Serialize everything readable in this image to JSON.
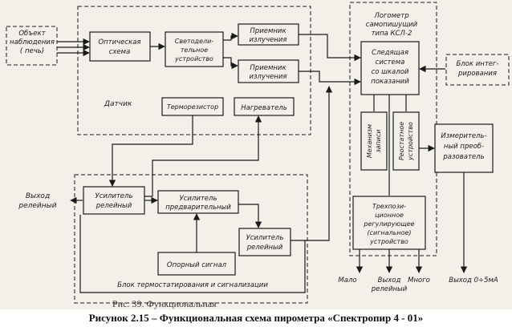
{
  "blocks": {
    "object": [
      "Объект",
      "наблюдения",
      "( печь)"
    ],
    "optical": [
      "Оптическая",
      "схема"
    ],
    "splitter": [
      "Светодели-",
      "тельное",
      "устройство"
    ],
    "receiver1": [
      "Приемник",
      "излучения"
    ],
    "receiver2": [
      "Приемник",
      "излучения"
    ],
    "sensor_label": "Датчик",
    "thermistor": "Терморезистор",
    "heater": "Нагреватель",
    "logometer": [
      "Логометр",
      "самопишущий",
      "типа КСЛ-2"
    ],
    "tracking": [
      "Следящая",
      "система",
      "со шкалой",
      "показаний"
    ],
    "integration": [
      "Блок интег-",
      "рирования"
    ],
    "recorder": [
      "Механизм",
      "записи"
    ],
    "rheostat": [
      "Реостатное",
      "устройство"
    ],
    "converter": [
      "Измеритель-",
      "ный преоб-",
      "разователь"
    ],
    "three_pos": [
      "Трехпози-",
      "ционное",
      "регулирующее",
      "(сигнальное)",
      "устройство"
    ],
    "relay_amp": [
      "Усилитель",
      "релейный"
    ],
    "pre_amp": [
      "Усилитель",
      "предварительный"
    ],
    "relay_amp2": [
      "Усилитель",
      "релейный"
    ],
    "ref_signal": "Опорный сигнал",
    "thermo_block": "Блок термостатирования и сигнализации",
    "relay_out": [
      "Выход",
      "релейный"
    ],
    "out_low": "Мало",
    "out_relay": [
      "Выход",
      "релейный"
    ],
    "out_high": "Много",
    "out_current": "Выход 0÷5мА"
  },
  "stray_text": "Рис. 39. Функциональная",
  "caption": "Рисунок 2.15 – Функциональная схема пирометра «Спектропир 4 - 01»"
}
